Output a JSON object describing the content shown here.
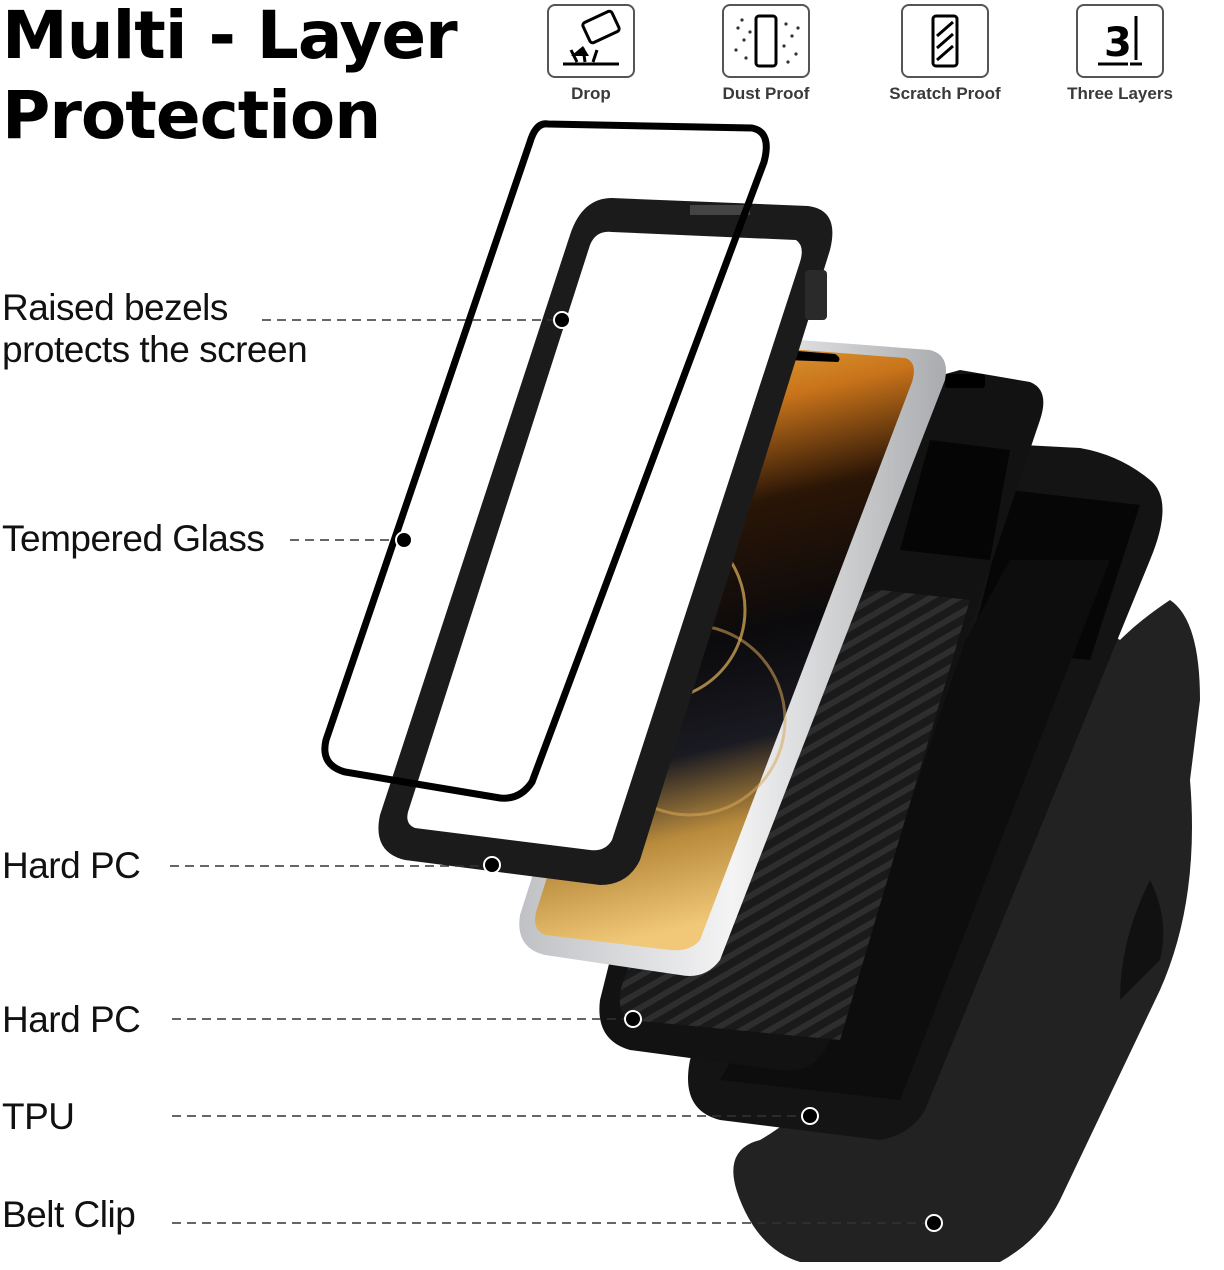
{
  "title": {
    "line1": "Multi - Layer",
    "line2": "Protection"
  },
  "features": [
    {
      "label": "Drop",
      "icon": "drop-icon"
    },
    {
      "label": "Dust Proof",
      "icon": "dust-proof-icon"
    },
    {
      "label": "Scratch Proof",
      "icon": "scratch-proof-icon"
    },
    {
      "label": "Three Layers",
      "icon": "three-layers-icon",
      "icon_text": "3"
    }
  ],
  "callouts": {
    "raised_bezels": {
      "line1": "Raised bezels",
      "line2": "protects the screen"
    },
    "tempered_glass": "Tempered Glass",
    "hard_pc_front": "Hard PC",
    "hard_pc_back": "Hard PC",
    "tpu": "TPU",
    "belt_clip": "Belt Clip"
  },
  "colors": {
    "case": "#141414",
    "screen_gold": "#e8b24a",
    "frame_silver": "#d9dadc"
  }
}
